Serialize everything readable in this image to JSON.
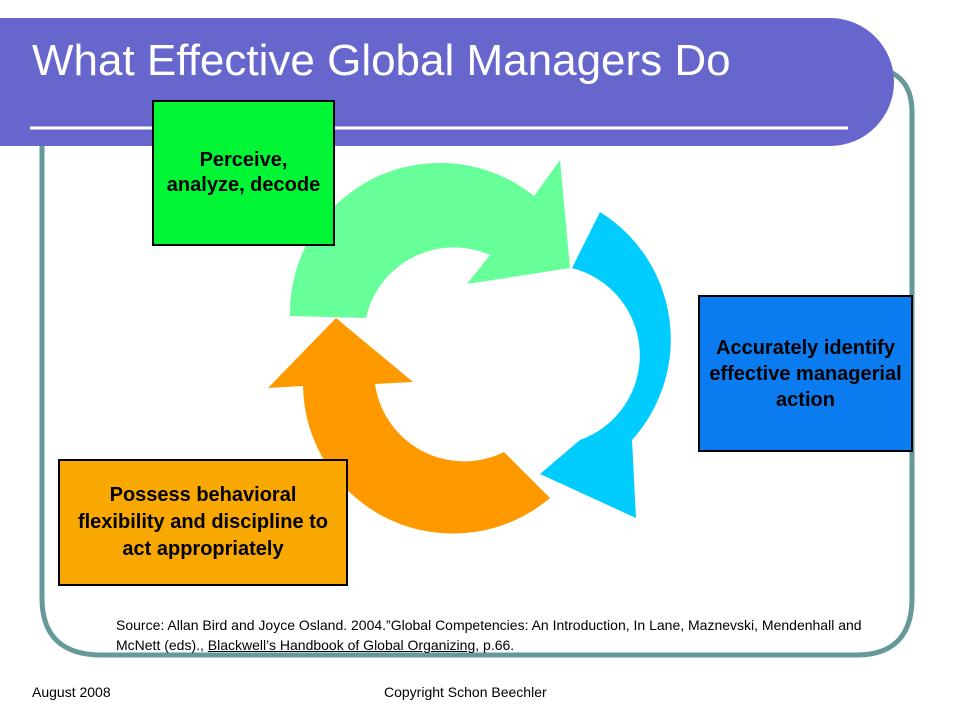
{
  "slide": {
    "title": "What Effective Global Managers Do"
  },
  "cycle": {
    "steps": [
      {
        "label": "Perceive, analyze, decode",
        "color": "#00f535"
      },
      {
        "label": "Accurately identify effective managerial action",
        "color": "#0b7cf0"
      },
      {
        "label": "Possess behavioral flexibility and discipline to act appropriately",
        "color": "#f8a800"
      }
    ],
    "arrow_colors": {
      "green": "#66ff99",
      "blue": "#00ccff",
      "orange": "#ff9900"
    }
  },
  "source": {
    "prefix": "Source: Allan Bird and Joyce Osland. 2004.”Global Competencies: An Introduction, In Lane, Maznevski, Mendenhall and McNett (eds)., ",
    "book": "Blackwell’s Handbook of Global Organizing",
    "suffix": ", p.66."
  },
  "footer": {
    "date": "August 2008",
    "copyright": "Copyright Schon Beechler"
  },
  "theme": {
    "header_color": "#6666cc",
    "frame_color": "#669999"
  }
}
